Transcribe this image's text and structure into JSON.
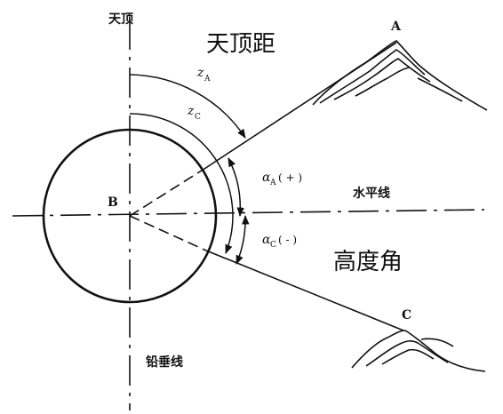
{
  "labels": {
    "zenith": "天顶",
    "zenith_distance": "天顶距",
    "horizontal_line": "水平线",
    "elevation_angle": "高度角",
    "plumb_line": "铅垂线",
    "point_a": "A",
    "point_b": "B",
    "point_c": "C",
    "z_symbol": "z",
    "z_a_sub": "A",
    "z_c_sub": "C",
    "alpha_symbol": "α",
    "alpha_a_sub": "A",
    "alpha_a_sign": "( + )",
    "alpha_c_sub": "C",
    "alpha_c_sign": "( - )"
  },
  "colors": {
    "line": "#111111",
    "zenith_distance_label": "#c23fc9",
    "elevation_angle_label": "#2fcb3f"
  }
}
